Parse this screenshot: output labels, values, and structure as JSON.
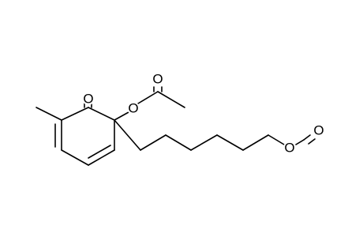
{
  "molecule": {
    "atoms": [
      {
        "id": "ketone-o",
        "label": "O"
      },
      {
        "id": "acetate-ester-o",
        "label": "O"
      },
      {
        "id": "acetate-carbonyl-o",
        "label": "O"
      },
      {
        "id": "formate-ester-o",
        "label": "O"
      },
      {
        "id": "formate-carbonyl-o",
        "label": "O"
      }
    ],
    "colors": {
      "bond": "#000000",
      "label": "#000000",
      "background": "#ffffff"
    }
  }
}
